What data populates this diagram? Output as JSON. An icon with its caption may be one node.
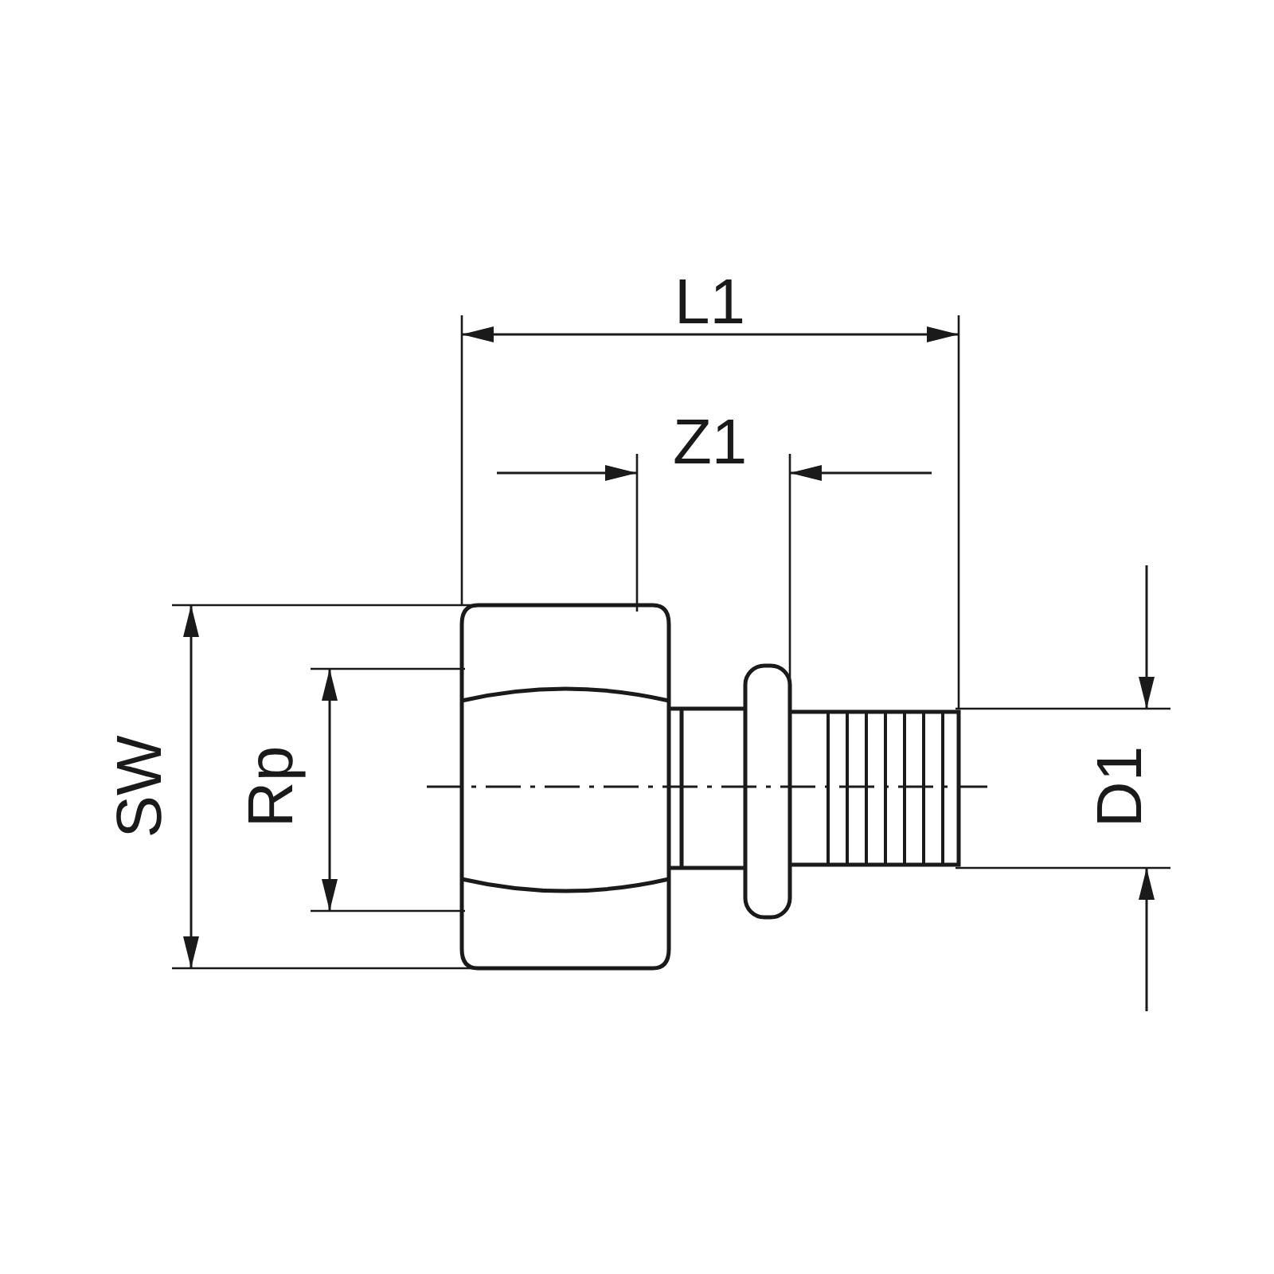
{
  "diagram": {
    "labels": [
      "L1",
      "Z1",
      "SW",
      "Rp",
      "D1"
    ]
  }
}
